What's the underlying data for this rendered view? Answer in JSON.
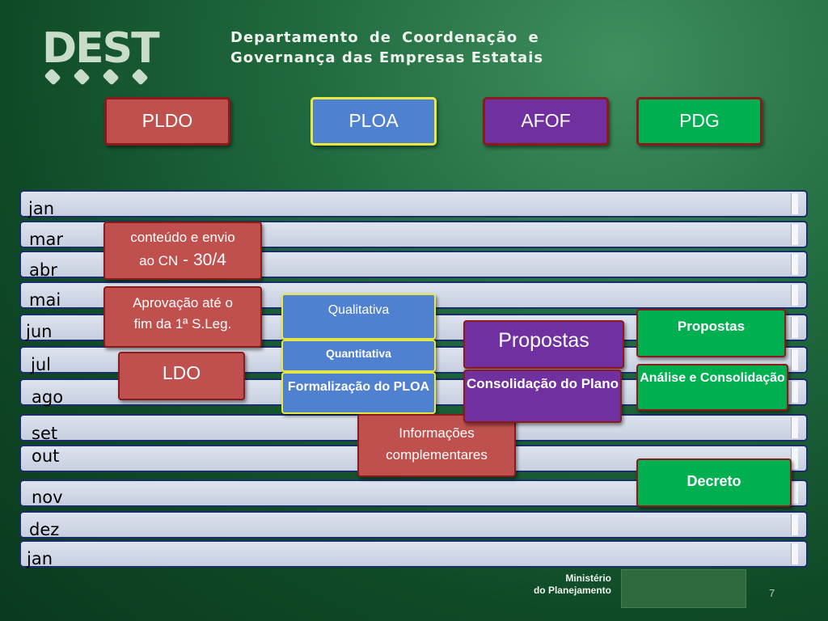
{
  "header": {
    "logo_text": "DEST",
    "title_line1": "Departamento de Coordenação e",
    "title_line2": "Governança das Empresas Estatais"
  },
  "categories": {
    "pldo": "PLDO",
    "ploa": "PLOA",
    "afof": "AFOF",
    "pdg": "PDG"
  },
  "months": [
    "jan",
    "mar",
    "abr",
    "mai",
    "jun",
    "jul",
    "ago",
    "set",
    "out",
    "nov",
    "dez",
    "jan"
  ],
  "boxes": {
    "conteudo_line1": "conteúdo e envio",
    "conteudo_line2a": "ao CN",
    "conteudo_line2b": " - 30/4",
    "aprovacao_line1": "Aprovação até o",
    "aprovacao_line2": "fim da 1ª S.Leg.",
    "ldo": "LDO",
    "qualitativa": "Qualitativa",
    "quantitativa": "Quantitativa",
    "formalizacao": "Formalização do PLOA",
    "informacoes_line1": "Informações",
    "informacoes_line2": "complementares",
    "propostas_afof": "Propostas",
    "consolidacao": "Consolidação do Plano",
    "propostas_pdg": "Propostas",
    "analise": "Análise e Consolidação",
    "decreto": "Decreto"
  },
  "colors": {
    "red": "#c0504d",
    "blue": "#4f81d0",
    "purple": "#7030a0",
    "green": "#00b050"
  },
  "footer": {
    "ministerio_line1": "Ministério",
    "ministerio_line2": "do Planejamento",
    "slide_number": "7"
  }
}
